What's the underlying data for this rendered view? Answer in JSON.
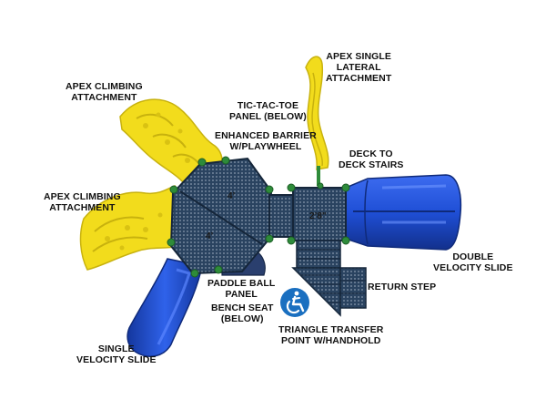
{
  "labels": {
    "apex_single_lateral": [
      "APEX SINGLE",
      "LATERAL",
      "ATTACHMENT"
    ],
    "apex_climbing_top": [
      "APEX CLIMBING",
      "ATTACHMENT"
    ],
    "tic_tac_toe": [
      "TIC-TAC-TOE",
      "PANEL (BELOW)"
    ],
    "enhanced_barrier": [
      "ENHANCED BARRIER",
      "W/PLAYWHEEL"
    ],
    "deck_to_deck": [
      "DECK TO",
      "DECK STAIRS"
    ],
    "apex_climbing_left": [
      "APEX CLIMBING",
      "ATTACHMENT"
    ],
    "double_velocity": [
      "DOUBLE",
      "VELOCITY SLIDE"
    ],
    "return_step": [
      "RETURN STEP"
    ],
    "paddle_ball": [
      "PADDLE BALL",
      "PANEL"
    ],
    "bench_seat": [
      "BENCH SEAT",
      "(BELOW)"
    ],
    "triangle_transfer": [
      "TRIANGLE TRANSFER",
      "POINT W/HANDHOLD"
    ],
    "single_velocity": [
      "SINGLE",
      "VELOCITY SLIDE"
    ]
  },
  "dimensions": {
    "deck_top": "4’",
    "deck_bottom": "4’",
    "deck_right": "2’8\""
  },
  "icons": {
    "accessibility": "accessibility-icon"
  },
  "colors": {
    "deck": "#1f3550",
    "post_green": "#2e8b3a",
    "slide_blue": "#1f4fd6",
    "climber_yellow": "#f2dc1c",
    "accessibility_blue": "#1a6fc0"
  }
}
